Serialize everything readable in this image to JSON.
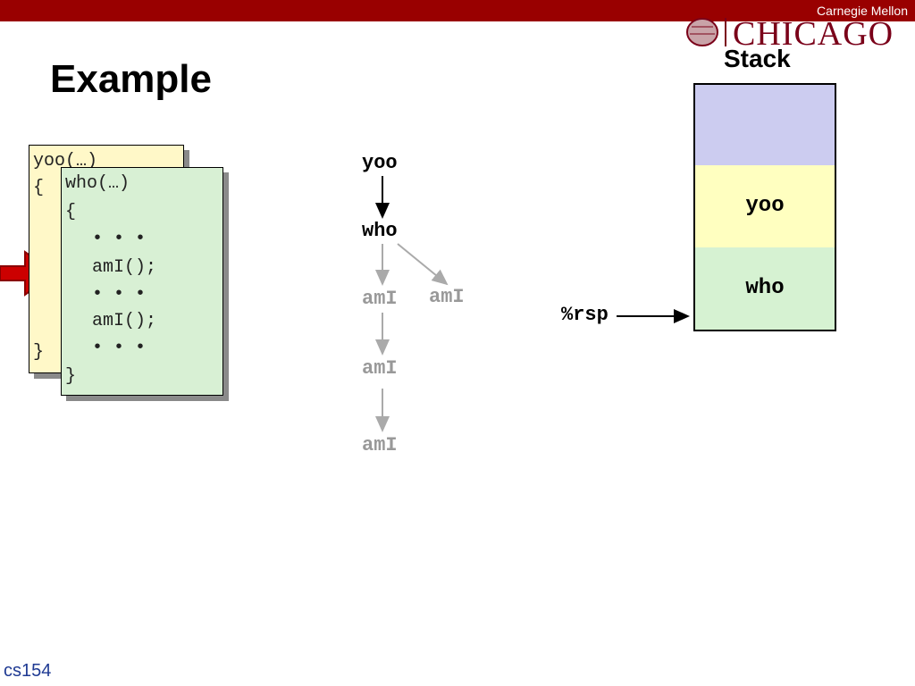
{
  "header": {
    "brand_text": "Carnegie Mellon",
    "logo_text": "CHICAGO",
    "accent_color": "#990000"
  },
  "slide": {
    "title": "Example",
    "stack_title": "Stack",
    "footer": "cs154"
  },
  "code_yoo": {
    "lines": [
      "yoo(…)",
      "{",
      "}"
    ]
  },
  "code_who": {
    "lines": [
      "who(…)",
      "{",
      "• • •",
      "amI();",
      "• • •",
      "amI();",
      "• • •",
      "}"
    ]
  },
  "call_tree": {
    "nodes": [
      "yoo",
      "who",
      "amI",
      "amI",
      "amI",
      "amI"
    ]
  },
  "stack": {
    "frames": [
      "",
      "yoo",
      "who"
    ],
    "pointer_label": "%rsp"
  }
}
